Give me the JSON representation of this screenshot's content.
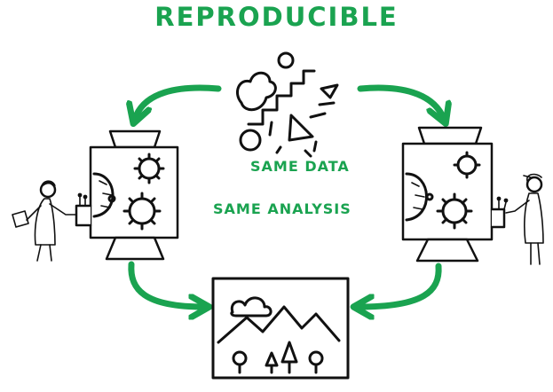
{
  "title": "REPRODUCIBLE",
  "labels": {
    "same_data": "SAME DATA",
    "same_analysis": "SAME ANALYSIS"
  },
  "colors": {
    "accent": "#1aa350",
    "ink": "#111111",
    "background": "#ffffff"
  }
}
